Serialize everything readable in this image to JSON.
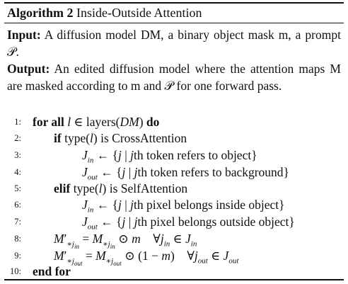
{
  "algorithm": {
    "label": "Algorithm 2",
    "name": "Inside-Outside Attention",
    "input_label": "Input:",
    "input_text": "A diffusion model DM, a binary object mask m, a prompt 𝒫.",
    "output_label": "Output:",
    "output_text": "An edited diffusion model where the attention maps M are masked according to m and 𝒫 for one forward pass.",
    "lines": [
      {
        "n": "1:",
        "text": "for all l ∈ layers(DM) do"
      },
      {
        "n": "2:",
        "text": "if type(l) is CrossAttention"
      },
      {
        "n": "3:",
        "text": "J_in ← {j | jth token refers to object}"
      },
      {
        "n": "4:",
        "text": "J_out ← {j | jth token refers to background}"
      },
      {
        "n": "5:",
        "text": "elif type(l) is SelfAttention"
      },
      {
        "n": "6:",
        "text": "J_in ← {j | jth pixel belongs inside object}"
      },
      {
        "n": "7:",
        "text": "J_out ← {j | jth pixel belongs outside object}"
      },
      {
        "n": "8:",
        "text": "M′_{*j_in} = M_{*j_in} ⊙ m   ∀j_in ∈ J_in"
      },
      {
        "n": "9:",
        "text": "M′_{*j_out} = M_{*j_out} ⊙ (1 − m)   ∀j_out ∈ J_out"
      },
      {
        "n": "10:",
        "text": "end for"
      }
    ]
  }
}
